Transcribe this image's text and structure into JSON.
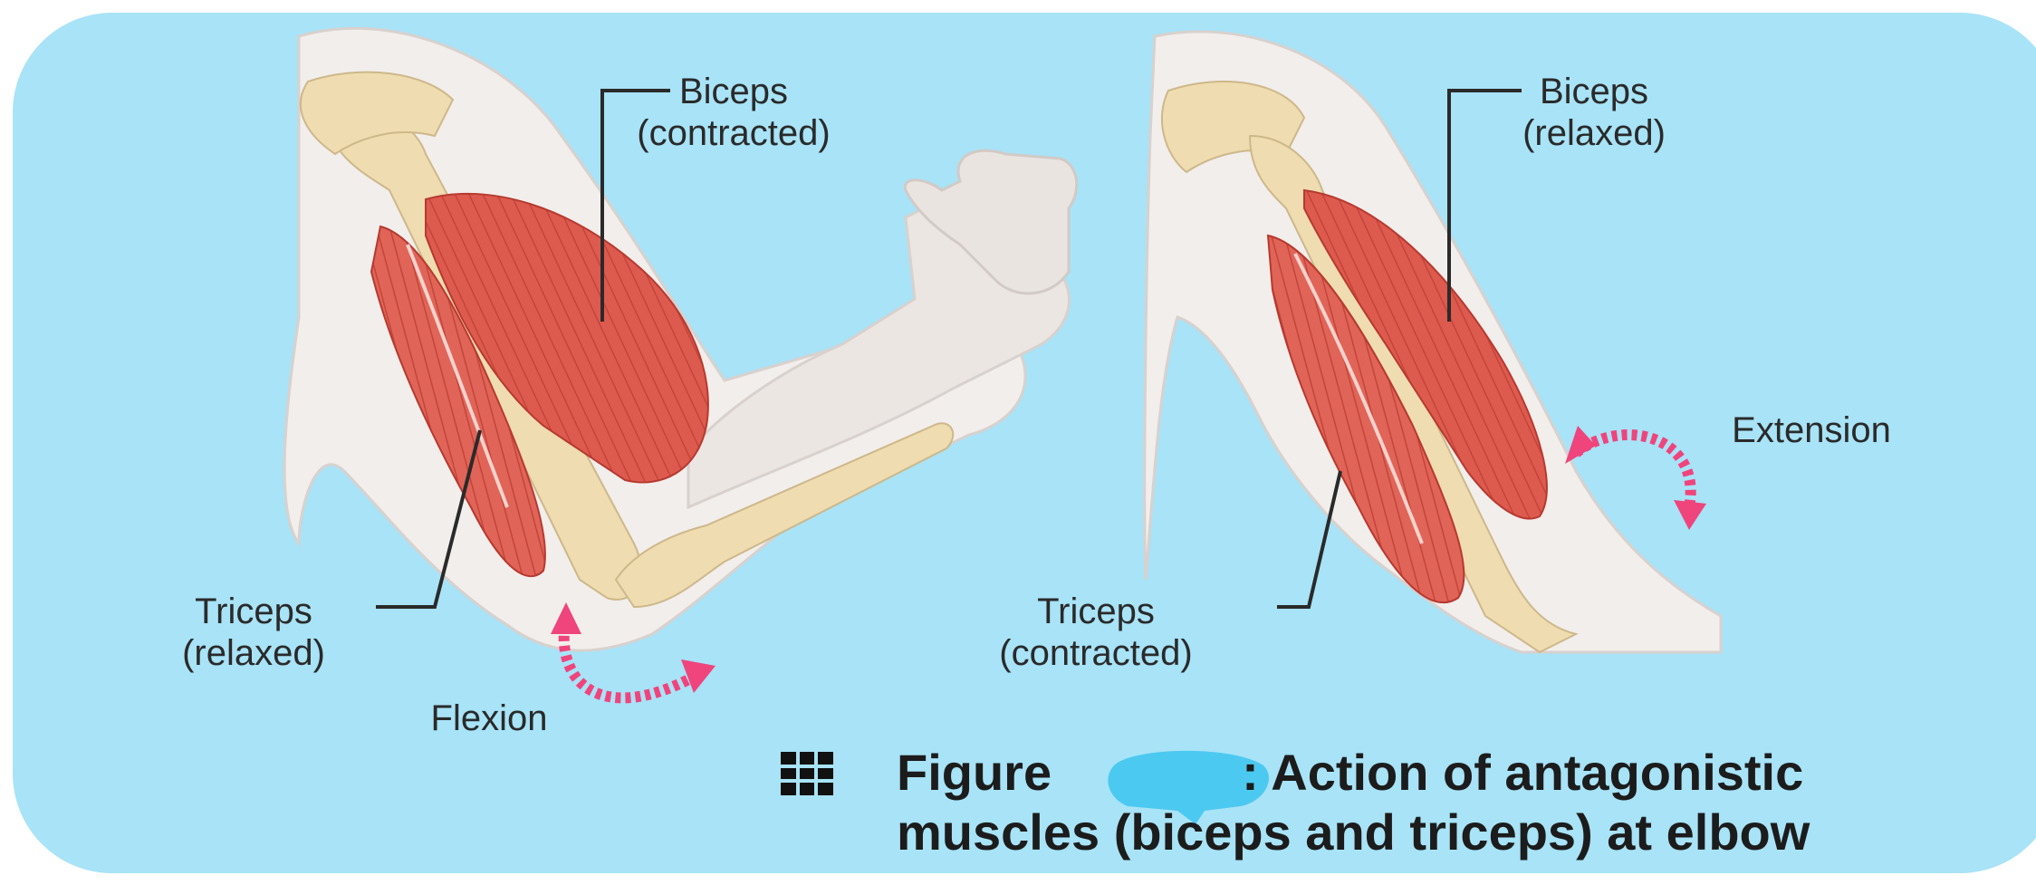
{
  "colors": {
    "background_panel": "#a8e3f7",
    "skin": "#f2eeec",
    "bone": "#efdcb0",
    "muscle": "#dd5a4e",
    "arrow": "#f0447c",
    "leader_line": "#2a2a2a",
    "redaction": "#4cc9f0"
  },
  "left_panel": {
    "biceps_name": "Biceps",
    "biceps_state": "(contracted)",
    "triceps_name": "Triceps",
    "triceps_state": "(relaxed)",
    "motion": "Flexion"
  },
  "right_panel": {
    "biceps_name": "Biceps",
    "biceps_state": "(relaxed)",
    "triceps_name": "Triceps",
    "triceps_state": "(contracted)",
    "motion": "Extension"
  },
  "caption": {
    "icon": "grid-icon",
    "prefix": "Figure",
    "text_line1": ": Action of antagonistic",
    "text_line2": "muscles (biceps and triceps) at elbow"
  }
}
